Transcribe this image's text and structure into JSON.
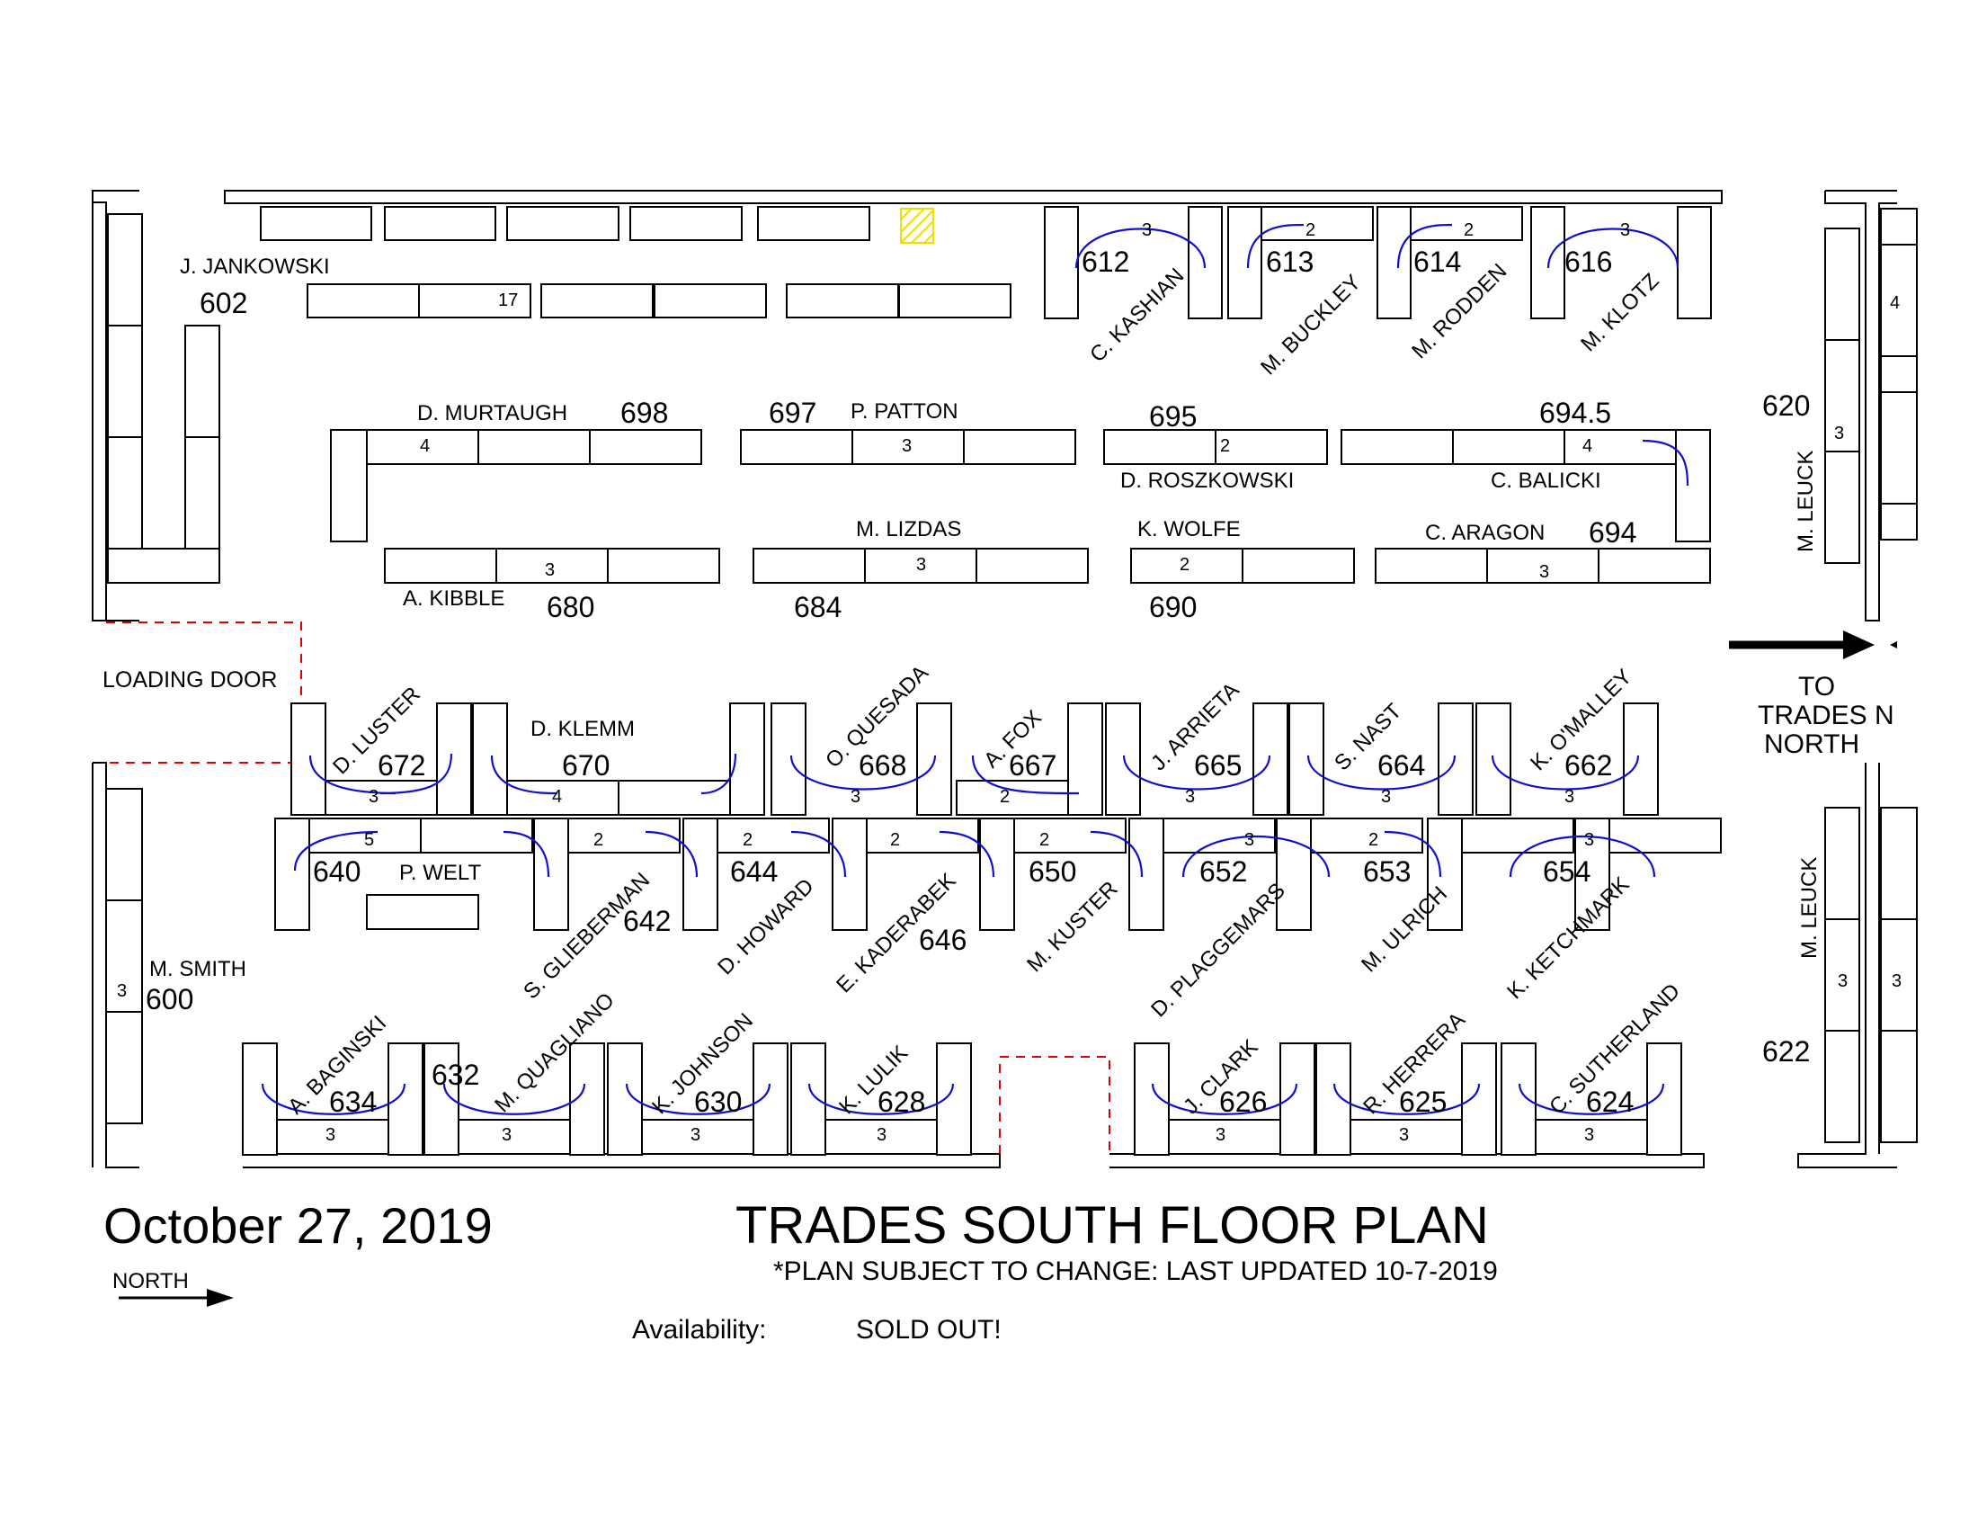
{
  "title": "TRADES SOUTH FLOOR PLAN",
  "date": "October 27,  2019",
  "notice": "*PLAN SUBJECT TO CHANGE: LAST UPDATED 10-7-2019",
  "availability_label": "Availability:",
  "availability_value": "SOLD OUT!",
  "compass_label": "NORTH",
  "loading_door_label": "LOADING DOOR",
  "exit_label": "TO\nTRADES N\nNORTH",
  "colors": {
    "walls": "#000000",
    "doors": "#dd0000",
    "booth_arcs": "#1010cc",
    "reserved_hatch": "#e8e000"
  },
  "booths": [
    {
      "number": "602",
      "vendor": "J. JANKOWSKI"
    },
    {
      "number": "612",
      "vendor": "C. KASHIAN",
      "tables": "3"
    },
    {
      "number": "613",
      "vendor": "M. BUCKLEY",
      "tables": "2"
    },
    {
      "number": "614",
      "vendor": "M. RODDEN",
      "tables": "2"
    },
    {
      "number": "616",
      "vendor": "M. KLOTZ",
      "tables": "3"
    },
    {
      "number": "620",
      "vendor": "M. LEUCK",
      "tables": "3"
    },
    {
      "number": "698",
      "vendor": "D. MURTAUGH",
      "tables": "4"
    },
    {
      "number": "697",
      "vendor": "P. PATTON",
      "tables": "3"
    },
    {
      "number": "695",
      "vendor": "D. ROSZKOWSKI",
      "tables": "2"
    },
    {
      "number": "694.5",
      "vendor": "C. BALICKI",
      "tables": "4"
    },
    {
      "number": "680",
      "vendor": "A. KIBBLE",
      "tables": "3"
    },
    {
      "number": "684",
      "vendor": "M. LIZDAS",
      "tables": "3"
    },
    {
      "number": "690",
      "vendor": "K. WOLFE",
      "tables": "2"
    },
    {
      "number": "694",
      "vendor": "C. ARAGON",
      "tables": "3"
    },
    {
      "number": "672",
      "vendor": "D. LUSTER",
      "tables": "3"
    },
    {
      "number": "670",
      "vendor": "D. KLEMM",
      "tables": "4"
    },
    {
      "number": "668",
      "vendor": "O. QUESADA",
      "tables": "3"
    },
    {
      "number": "667",
      "vendor": "A. FOX",
      "tables": "2"
    },
    {
      "number": "665",
      "vendor": "J. ARRIETA",
      "tables": "3"
    },
    {
      "number": "664",
      "vendor": "S. NAST",
      "tables": "3"
    },
    {
      "number": "662",
      "vendor": "K. O'MALLEY",
      "tables": "3"
    },
    {
      "number": "640",
      "vendor": "P. WELT",
      "tables": "5"
    },
    {
      "number": "642",
      "vendor": "S. GLIEBERMAN",
      "tables": "2"
    },
    {
      "number": "644",
      "vendor": "D. HOWARD",
      "tables": "2"
    },
    {
      "number": "646",
      "vendor": "E. KADERABEK",
      "tables": "2"
    },
    {
      "number": "650",
      "vendor": "M. KUSTER",
      "tables": "2"
    },
    {
      "number": "652",
      "vendor": "D. PLAGGEMARS",
      "tables": "3"
    },
    {
      "number": "653",
      "vendor": "M. ULRICH",
      "tables": "2"
    },
    {
      "number": "654",
      "vendor": "K. KETCHMARK",
      "tables": "3"
    },
    {
      "number": "600",
      "vendor": "M. SMITH",
      "tables": "3"
    },
    {
      "number": "634",
      "vendor": "A. BAGINSKI",
      "tables": "3"
    },
    {
      "number": "632",
      "vendor": "M. QUAGLIANO",
      "tables": "3"
    },
    {
      "number": "630",
      "vendor": "K. JOHNSON",
      "tables": "3"
    },
    {
      "number": "628",
      "vendor": "K. LULIK",
      "tables": "3"
    },
    {
      "number": "626",
      "vendor": "J. CLARK",
      "tables": "3"
    },
    {
      "number": "625",
      "vendor": "R. HERRERA",
      "tables": "3"
    },
    {
      "number": "624",
      "vendor": "C. SUTHERLAND",
      "tables": "3"
    },
    {
      "number": "622",
      "vendor": "M. LEUCK",
      "tables": "3"
    }
  ],
  "table_notes": {
    "jankowski_tables": "17"
  },
  "partial_labels": {
    "right_edge_4": "4",
    "right_edge_3": "3"
  }
}
